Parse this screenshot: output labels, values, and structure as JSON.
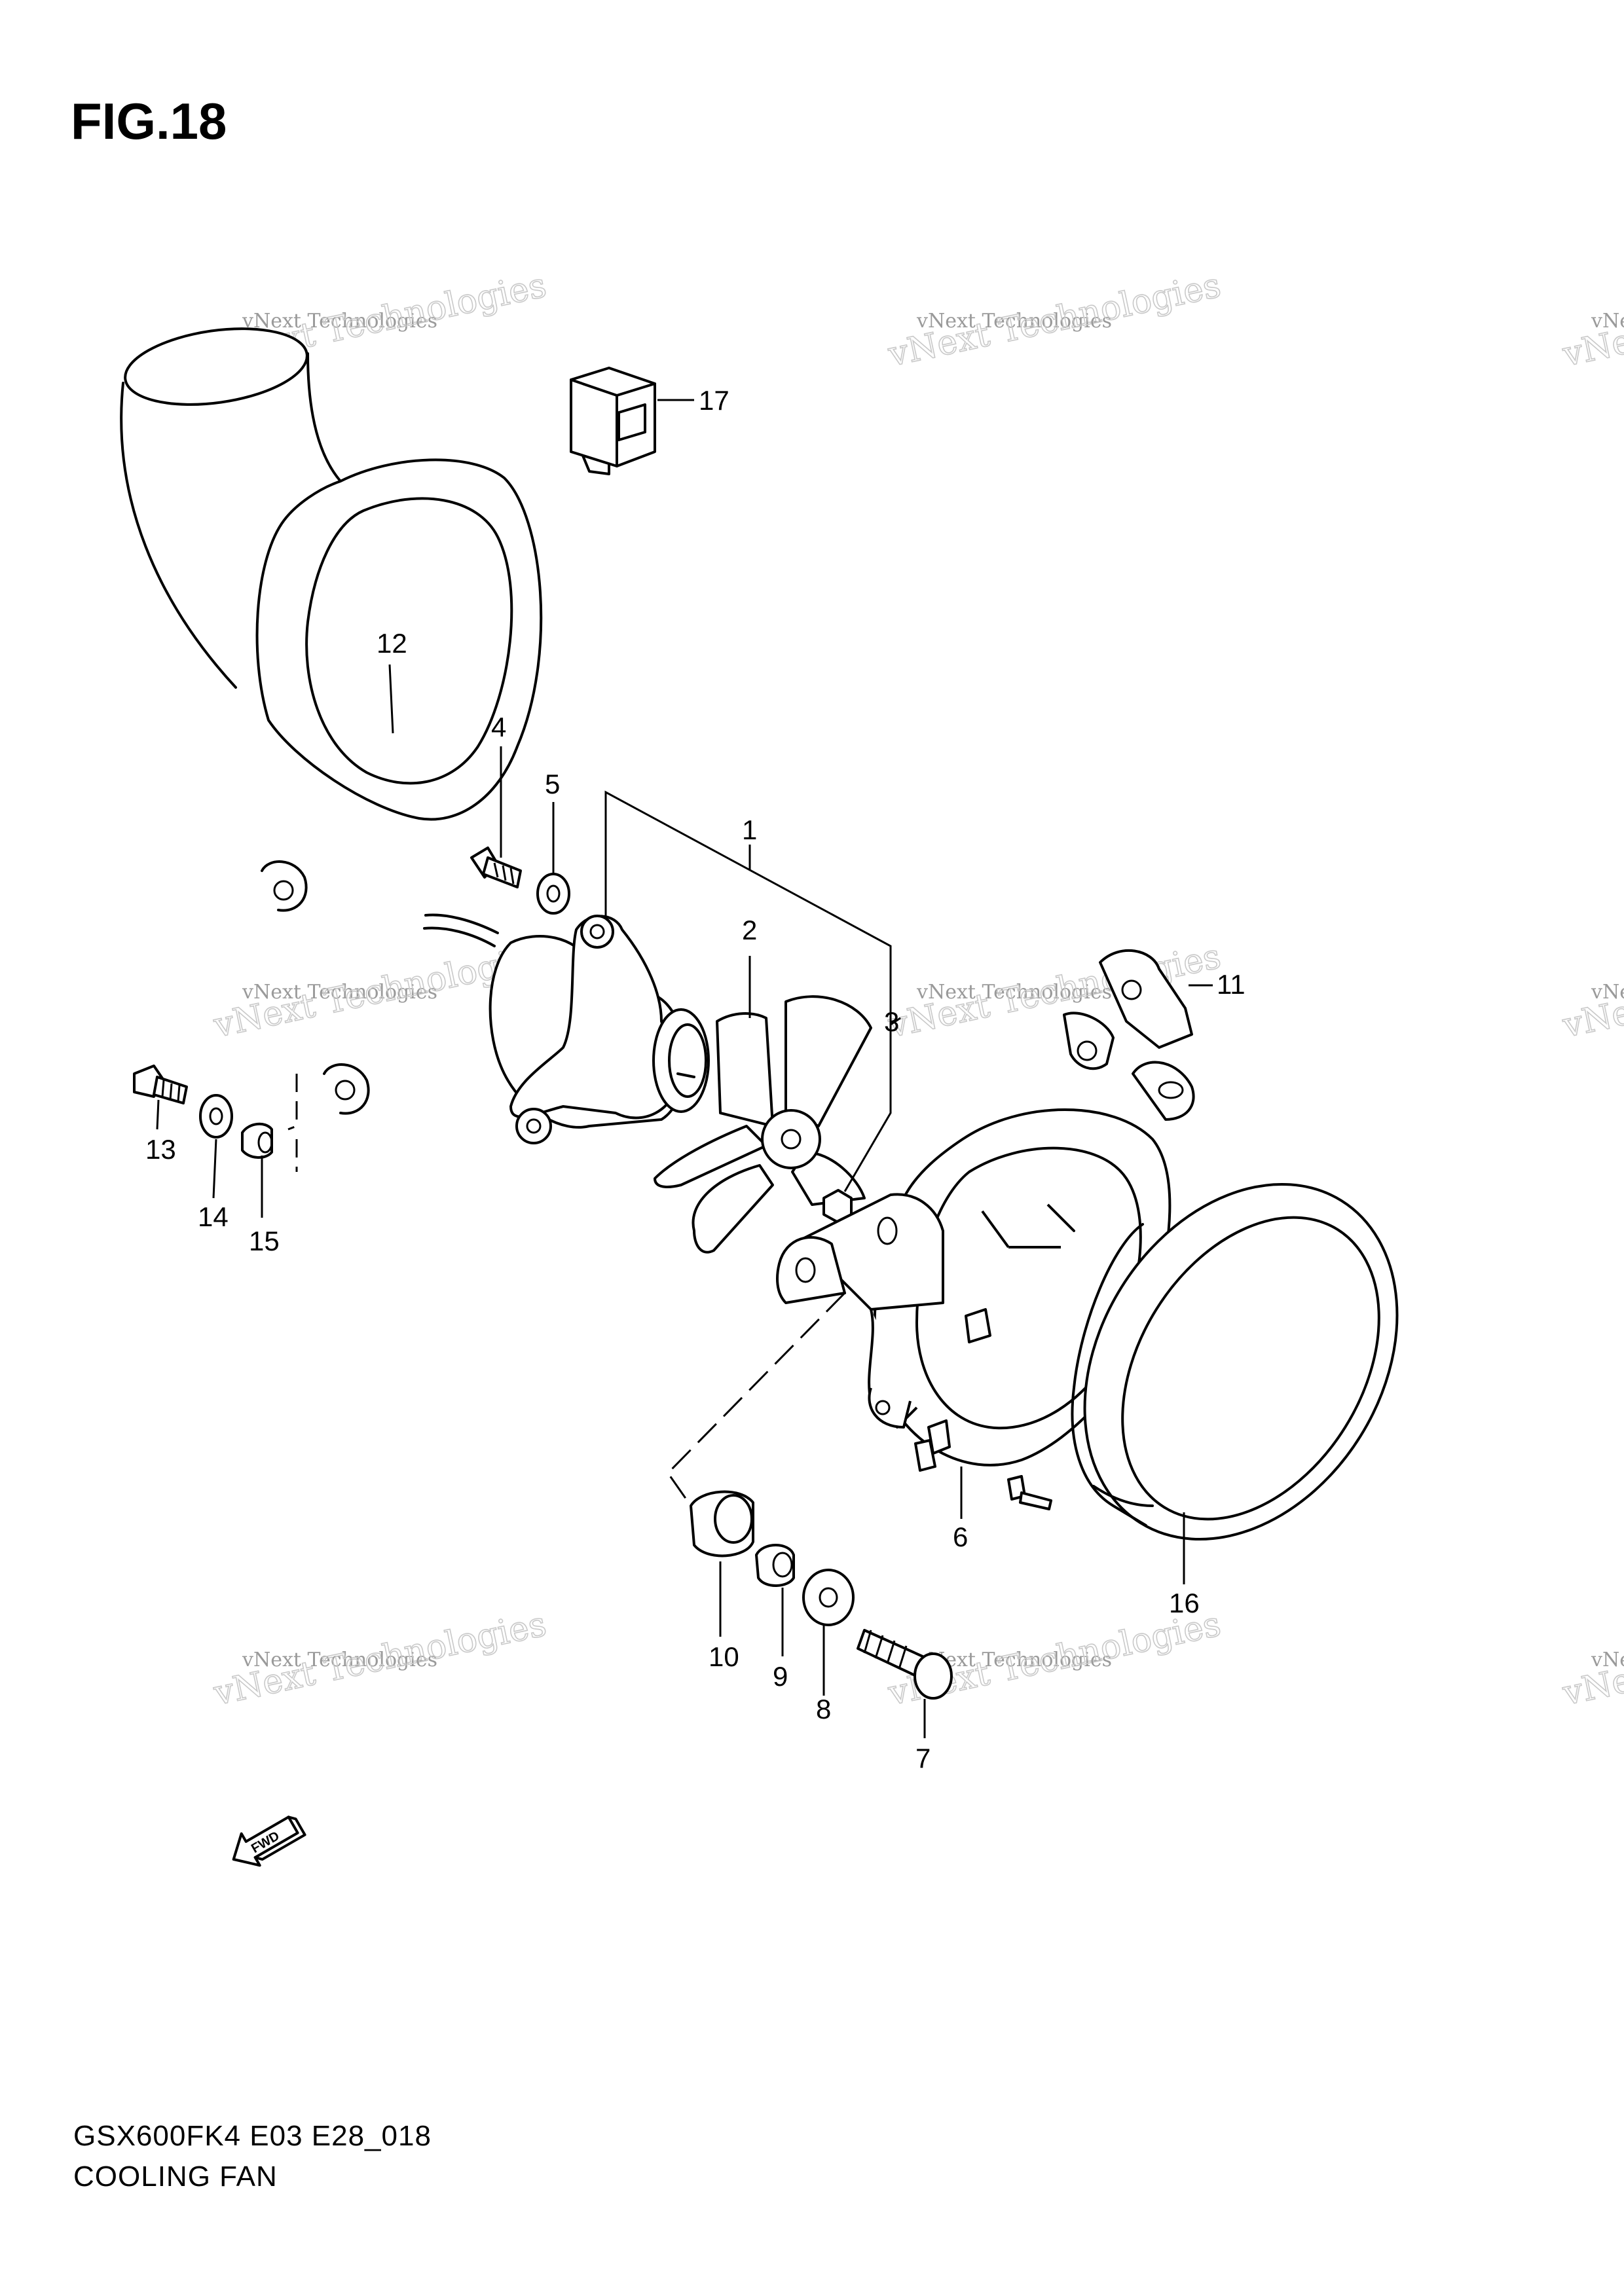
{
  "figure": {
    "title": "FIG.18",
    "model_code": "GSX600FK4 E03 E28_018",
    "name": "COOLING FAN"
  },
  "watermark": {
    "line1": "vNext Technologies",
    "line2": "vNext Technologies"
  },
  "callouts": [
    "1",
    "2",
    "3",
    "4",
    "5",
    "6",
    "7",
    "8",
    "9",
    "10",
    "11",
    "12",
    "13",
    "14",
    "15",
    "16",
    "17"
  ],
  "fwd_label": "FWD"
}
